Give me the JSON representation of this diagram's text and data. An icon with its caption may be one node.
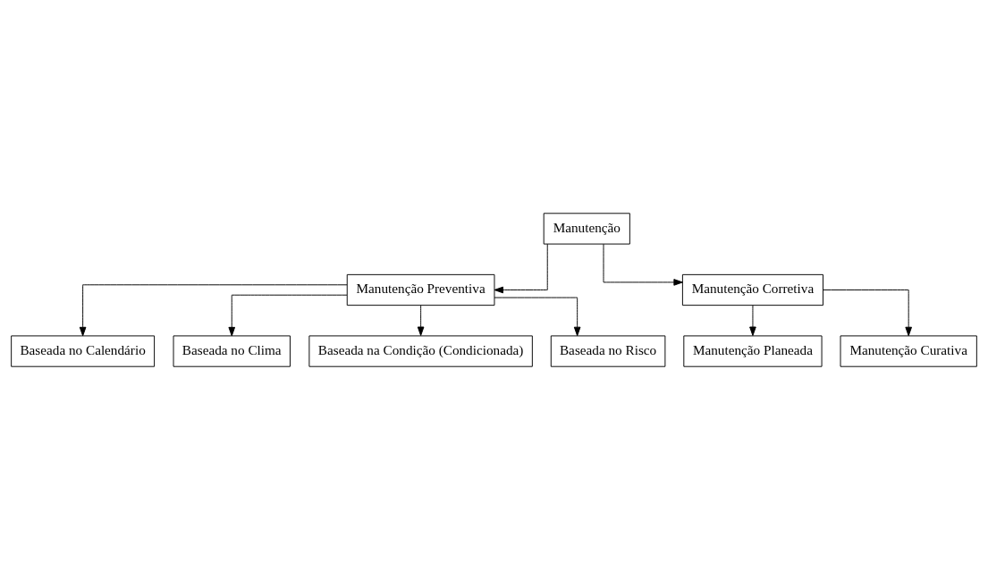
{
  "diagram": {
    "nodes": [
      {
        "text": [
          "Manutenção"
        ]
      },
      {
        "text": [
          "Manutenção Preventiva"
        ]
      },
      {
        "text": [
          "Manutenção Corretiva"
        ]
      },
      {
        "text": [
          "Baseada no Calendário"
        ]
      },
      {
        "text": [
          "Baseada no Clima"
        ]
      },
      {
        "text": [
          "Baseada na Condição (Condicionada)"
        ]
      },
      {
        "text": [
          "Baseada no Risco"
        ]
      },
      {
        "text": [
          "Manutenção Planeada"
        ]
      },
      {
        "text": [
          "Manutenção Curativa"
        ]
      }
    ],
    "edges": [
      {
        "from": 0,
        "to": 1,
        "arrow": "to"
      },
      {
        "from": 0,
        "to": 2,
        "arrow": "to"
      },
      {
        "from": 1,
        "to": 3,
        "arrow": "to"
      },
      {
        "from": 1,
        "to": 4,
        "arrow": "to"
      },
      {
        "from": 1,
        "to": 5,
        "arrow": "to"
      },
      {
        "from": 1,
        "to": 6,
        "arrow": "to"
      },
      {
        "from": 2,
        "to": 7,
        "arrow": "to"
      },
      {
        "from": 2,
        "to": 8,
        "arrow": "to"
      }
    ]
  }
}
